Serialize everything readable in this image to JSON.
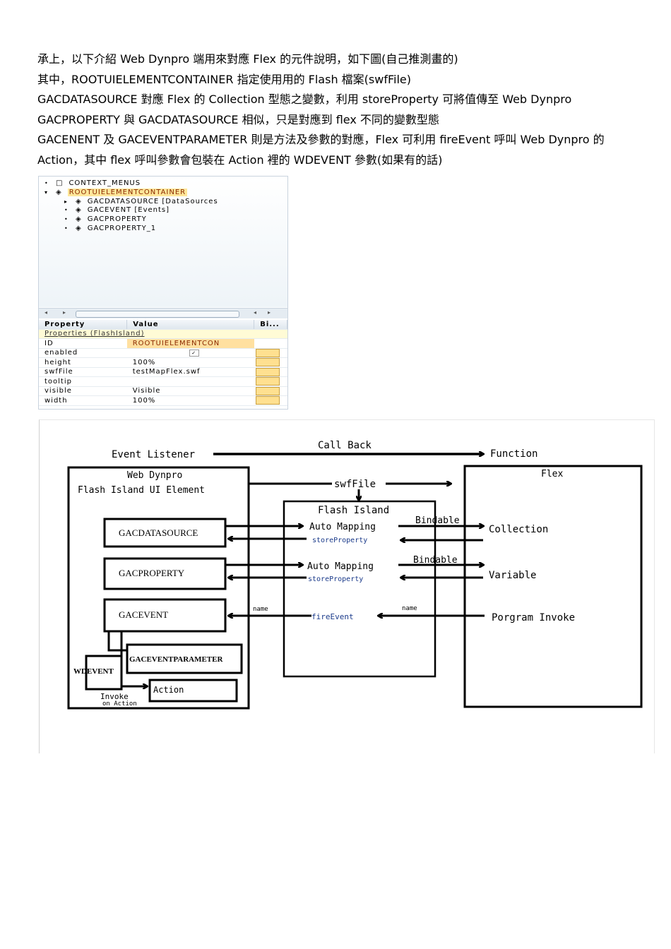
{
  "paragraphs": [
    "承上，以下介紹 Web Dynpro 端用來對應 Flex 的元件說明，如下圖(自己推測畫的)",
    "其中，ROOTUIELEMENTCONTAINER 指定使用用的 Flash 檔案(swfFile)",
    "GACDATASOURCE 對應 Flex 的 Collection 型態之變數，利用 storeProperty 可將值傳至 Web Dynpro",
    "GACPROPERTY 與 GACDATASOURCE 相似，只是對應到 flex 不同的變數型態",
    "GACENENT 及 GACEVENTPARAMETER 則是方法及參數的對應，Flex 可利用 fireEvent 呼叫 Web Dynpro 的",
    "Action，其中 flex 呼叫參數會包裝在 Action 裡的 WDEVENT 參數(如果有的話)"
  ],
  "tree": [
    {
      "label": "CONTEXT_MENUS",
      "twist": "•",
      "icon": "□",
      "indent": 0,
      "selected": false
    },
    {
      "label": "ROOTUIELEMENTCONTAINER",
      "twist": "▾",
      "icon": "◈",
      "indent": 0,
      "selected": true
    },
    {
      "label": "GACDATASOURCE  [DataSources",
      "twist": "▸",
      "icon": "◈",
      "indent": 1,
      "selected": false
    },
    {
      "label": "GACEVENT  [Events]",
      "twist": "•",
      "icon": "◈",
      "indent": 1,
      "selected": false
    },
    {
      "label": "GACPROPERTY",
      "twist": "•",
      "icon": "◈",
      "indent": 1,
      "selected": false
    },
    {
      "label": "GACPROPERTY_1",
      "twist": "•",
      "icon": "◈",
      "indent": 1,
      "selected": false
    }
  ],
  "props": {
    "headers": [
      "Property",
      "Value",
      "Bi..."
    ],
    "group": "Properties (FlashIsland)",
    "rows": [
      {
        "name": "ID",
        "value": "ROOTUIELEMENTCON",
        "bind": false,
        "highlight": true
      },
      {
        "name": "enabled",
        "value": "",
        "check": "✓",
        "bind": true
      },
      {
        "name": "height",
        "value": "100%",
        "bind": true
      },
      {
        "name": "swfFile",
        "value": "testMapFlex.swf",
        "bind": true
      },
      {
        "name": "tooltip",
        "value": "",
        "bind": true
      },
      {
        "name": "visible",
        "value": "Visible",
        "bind": true
      },
      {
        "name": "width",
        "value": "100%",
        "bind": true
      }
    ]
  },
  "diagram": {
    "event_listener": "Event Listener",
    "call_back": "Call Back",
    "function": "Function",
    "web_dynpro_title": "Web Dynpro",
    "web_dynpro_subtitle": "Flash Island UI Element",
    "swf_file": "swfFile",
    "flex": "Flex",
    "flash_island": "Flash Island",
    "gacdatasource": "GACDATASOURCE",
    "gacproperty": "GACPROPERTY",
    "gacevent": "GACEVENT",
    "gaceventparameter": "GACEVENTPARAMETER",
    "wdevent": "WDEVENT",
    "action": "Action",
    "invoke": "Invoke",
    "on_action": "on Action",
    "auto_mapping": "Auto Mapping",
    "store_property": "storeProperty",
    "bindable": "Bindable",
    "collection": "Collection",
    "variable": "Variable",
    "fire_event": "fireEvent",
    "name": "name",
    "program_invoke": "Porgram Invoke"
  }
}
